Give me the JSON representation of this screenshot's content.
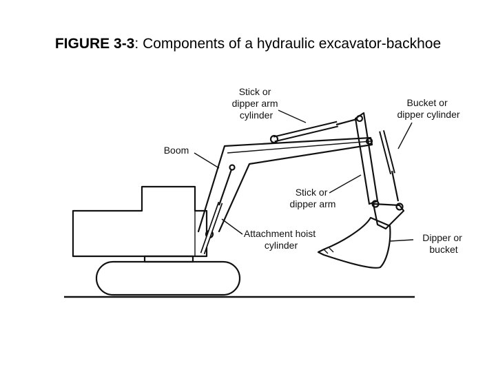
{
  "figure": {
    "number": "FIGURE 3-3",
    "separator": ":",
    "title": "Components of a hydraulic excavator-backhoe"
  },
  "labels": {
    "stick_cylinder": [
      "Stick or",
      "dipper arm",
      "cylinder"
    ],
    "bucket_cylinder": [
      "Bucket or",
      "dipper cylinder"
    ],
    "boom": [
      "Boom"
    ],
    "stick": [
      "Stick or",
      "dipper arm"
    ],
    "hoist_cylinder": [
      "Attachment hoist",
      "cylinder"
    ],
    "bucket": [
      "Dipper or",
      "bucket"
    ]
  }
}
